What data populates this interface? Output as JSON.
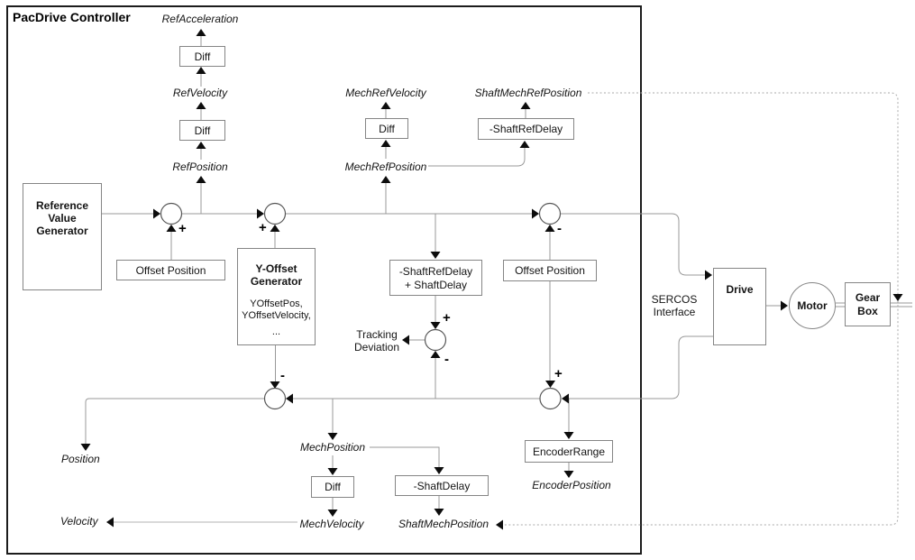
{
  "title": "PacDrive Controller",
  "signals": {
    "ref_acceleration": "RefAcceleration",
    "ref_velocity": "RefVelocity",
    "ref_position": "RefPosition",
    "mech_ref_velocity": "MechRefVelocity",
    "mech_ref_position": "MechRefPosition",
    "shaft_mech_ref_position": "ShaftMechRefPosition",
    "position": "Position",
    "velocity": "Velocity",
    "mech_position": "MechPosition",
    "mech_velocity": "MechVelocity",
    "shaft_mech_position": "ShaftMechPosition",
    "encoder_position": "EncoderPosition",
    "tracking_line1": "Tracking",
    "tracking_line2": "Deviation",
    "sercos_line1": "SERCOS",
    "sercos_line2": "Interface"
  },
  "blocks": {
    "reference_value_generator": {
      "line1": "Reference",
      "line2": "Value",
      "line3": "Generator"
    },
    "diff": "Diff",
    "offset_position": "Offset Position",
    "y_offset": {
      "line1": "Y-Offset",
      "line2": "Generator",
      "param1": "YOffsetPos,",
      "param2": "YOffsetVelocity,",
      "param3": "..."
    },
    "shaft_ref_delay": "-ShaftRefDelay",
    "shaft_ref_delay_plus": {
      "line1": "-ShaftRefDelay",
      "line2": "+ ShaftDelay"
    },
    "encoder_range": "EncoderRange",
    "shaft_delay": "-ShaftDelay",
    "drive": "Drive",
    "motor": "Motor",
    "gear_box": {
      "line1": "Gear",
      "line2": "Box"
    }
  },
  "signs": {
    "plus": "+",
    "minus": "-"
  },
  "colors": {
    "line": "#999999",
    "box_border": "#858585",
    "border": "#1c1c1c",
    "dotted": "#a9a9a9",
    "arrow": "#0d0d0d"
  }
}
